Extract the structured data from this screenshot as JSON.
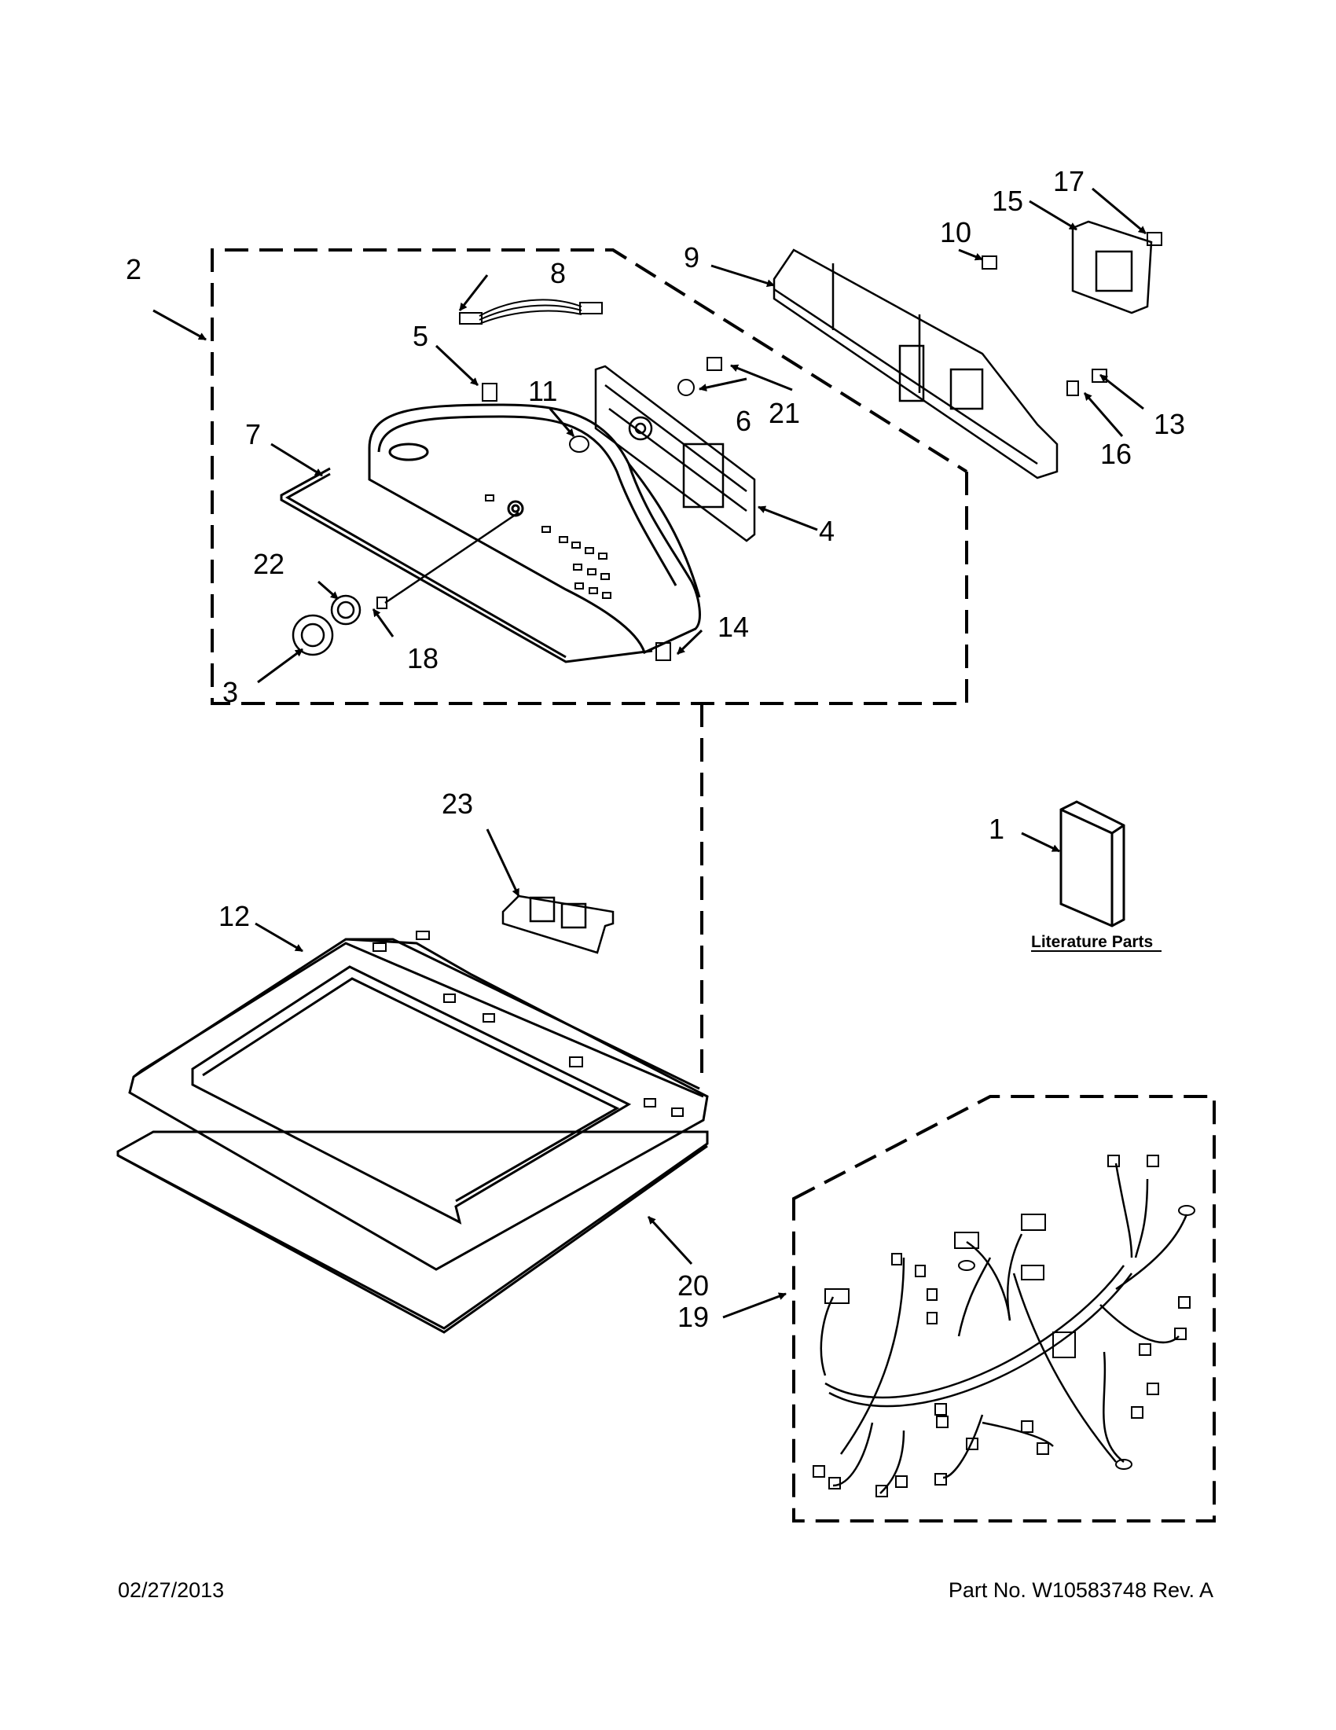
{
  "callouts": {
    "c1": "1",
    "c2": "2",
    "c3": "3",
    "c4": "4",
    "c5": "5",
    "c6": "6",
    "c7": "7",
    "c8": "8",
    "c9": "9",
    "c10": "10",
    "c11": "11",
    "c12": "12",
    "c13": "13",
    "c14": "14",
    "c15": "15",
    "c16": "16",
    "c17": "17",
    "c18": "18",
    "c19": "19",
    "c20": "20",
    "c21": "21",
    "c22": "22",
    "c23": "23"
  },
  "literature_label": "Literature Parts",
  "footer": {
    "date": "02/27/2013",
    "part_number": "Part No.  W10583748  Rev.  A"
  }
}
